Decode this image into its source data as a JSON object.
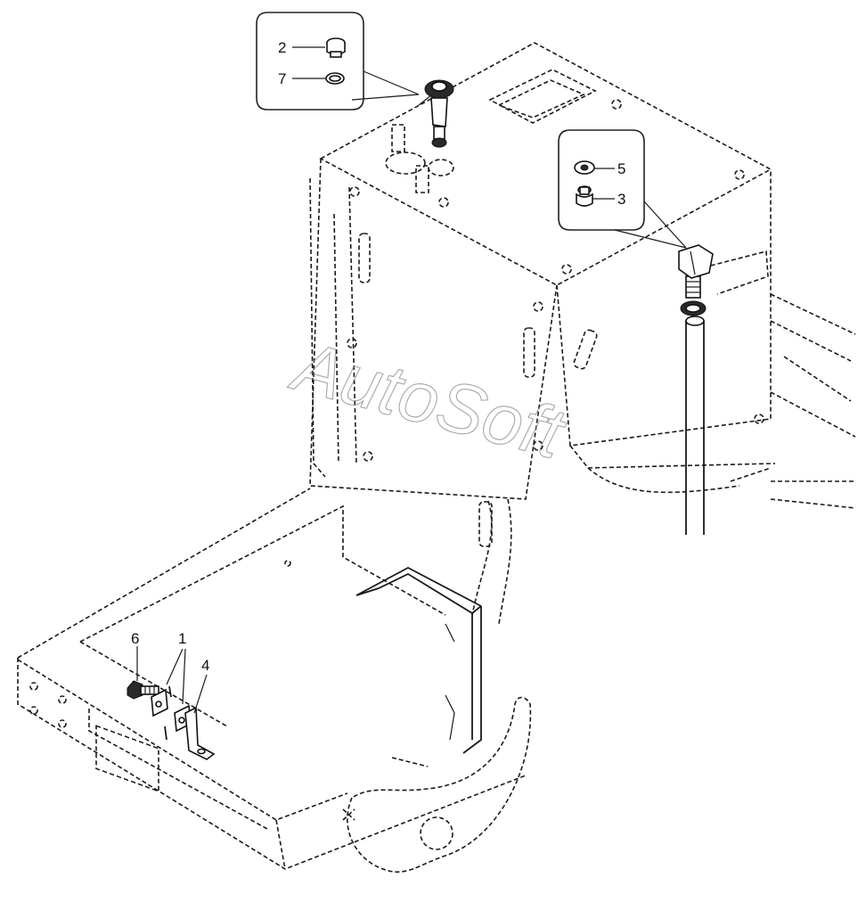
{
  "watermark": "AutoSoft",
  "callouts": [
    {
      "id": "top-left",
      "items": [
        {
          "number": "2",
          "part": "plug-cap"
        },
        {
          "number": "7",
          "part": "o-ring"
        }
      ]
    },
    {
      "id": "right",
      "items": [
        {
          "number": "5",
          "part": "washer"
        },
        {
          "number": "3",
          "part": "plug"
        }
      ]
    }
  ],
  "part_labels": [
    {
      "number": "6",
      "part": "bolt"
    },
    {
      "number": "1",
      "part": "bracket"
    },
    {
      "number": "4",
      "part": "support-bracket"
    }
  ]
}
